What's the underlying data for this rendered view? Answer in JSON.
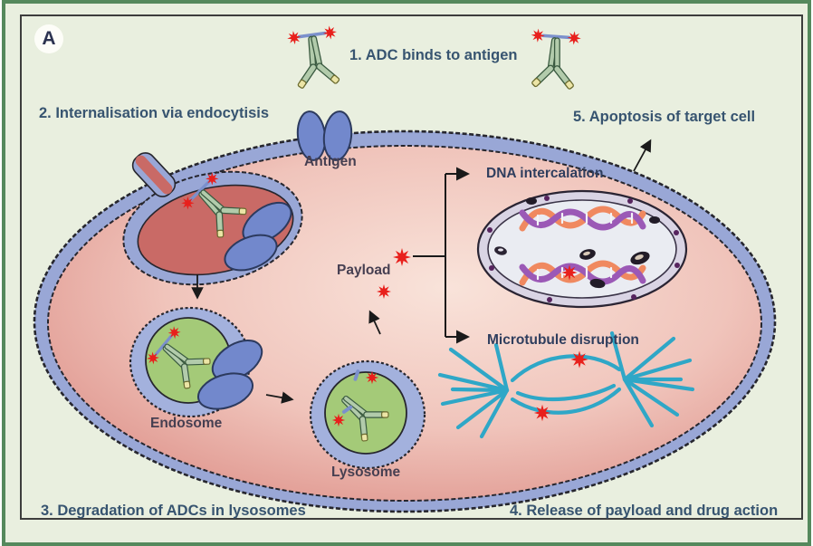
{
  "figure": {
    "panel_label": "A",
    "title_semantic": "Mechanism of action of antibody-drug conjugates (ADC)",
    "steps": {
      "s1": "1. ADC binds to antigen",
      "s2": "2. Internalisation via endocytisis",
      "s3": "3. Degradation of ADCs in lysosomes",
      "s4": "4. Release of payload and drug action",
      "s5": "5. Apoptosis of target cell"
    },
    "labels": {
      "antigen": "Antigen",
      "endosome": "Endosome",
      "lysosome": "Lysosome",
      "payload": "Payload",
      "dna_intercalation": "DNA intercalation",
      "microtubule_disruption": "Microtubule disruption"
    },
    "icons": [
      "adc-antibody-icon",
      "payload-star-icon",
      "antigen-receptor-icon",
      "endosome-icon",
      "lysosome-icon",
      "nucleus-icon",
      "dna-helix-icon",
      "microtubule-spindle-icon",
      "arrow-icon"
    ],
    "colors": {
      "page_background": "#ffffff",
      "figure_background": "#e9efdf",
      "frame_green": "#55895d",
      "frame_dark": "#3d3d3d",
      "membrane_periwinkle": "#99a7d6",
      "receptor_blue": "#7288cc",
      "cytoplasm_pink": "#efc3ba",
      "vesicle_rose": "#c96a66",
      "organelle_green": "#a4ca78",
      "antibody_green": "#b2cbab",
      "antibody_tip_yellow": "#ece5a6",
      "payload_red": "#e8201c",
      "nucleus_fill": "#eaecf2",
      "dna_orange": "#f08960",
      "dna_purple": "#9b59b6",
      "microtubule_cyan": "#2fa7c7",
      "step_text": "#375470",
      "label_text": "#463f51"
    }
  }
}
